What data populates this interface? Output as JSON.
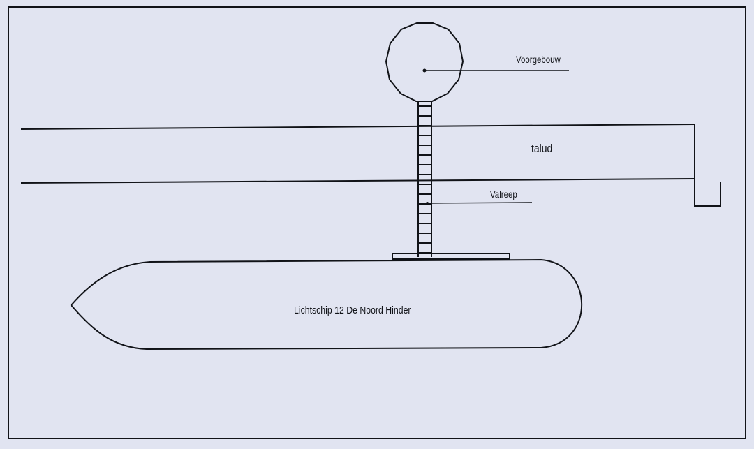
{
  "labels": {
    "platform": "Voorgebouw",
    "slope": "talud",
    "ladder": "Valreep",
    "ship": "Lichtschip 12 De Noord Hinder"
  },
  "colors": {
    "paper": "#e1e4f1",
    "ink": "#111318"
  }
}
